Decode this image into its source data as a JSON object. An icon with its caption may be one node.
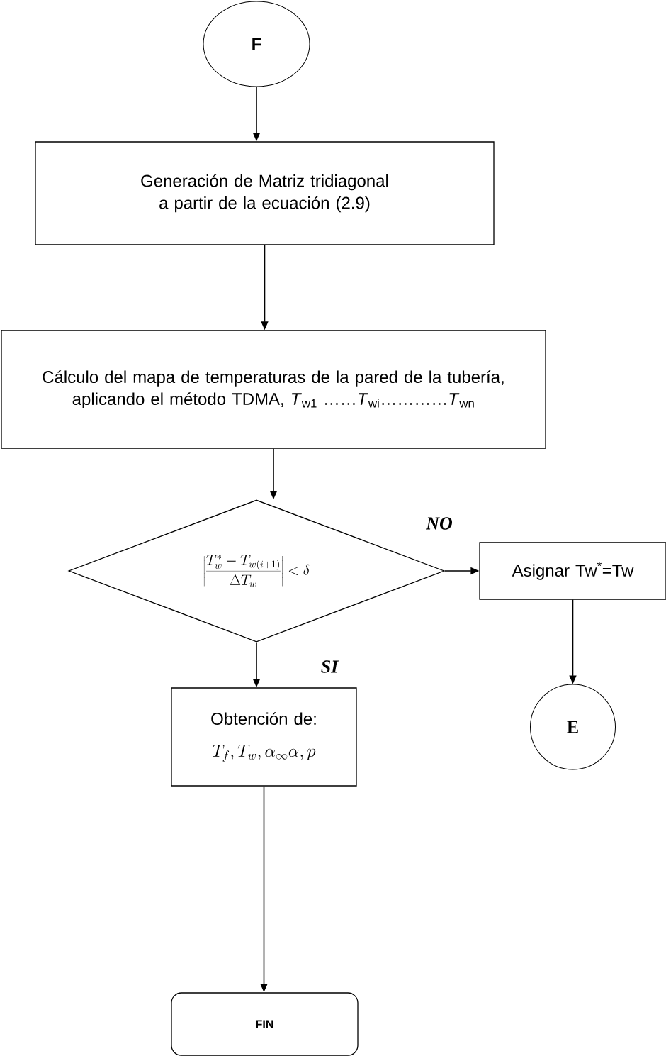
{
  "diagram": {
    "nodes": [
      {
        "text": [
          "F"
        ]
      },
      {
        "text": [
          "Generación de Matriz tridiagonal a partir de la ecuación (2.9)"
        ]
      },
      {
        "text": [
          "Cálculo del mapa de temperaturas de la pared de la tubería, aplicando el método TDMA, *T*$_{w1}$ ……*T*$_{wi}$…………*T*$_{wn}$"
        ]
      },
      {
        "text": [
          "\\left|\\frac{T_w^{*}-T_{w(i+1)}}{\\Delta T_w}\\right|<\\delta"
        ]
      },
      {
        "text": [
          "Asignar  Tw$^{*}$=Tw"
        ]
      },
      {
        "text": [
          "E"
        ]
      },
      {
        "text": [
          "Obtención de:",
          "T_{f},T_{w},\\alpha_{\\infty}\\alpha, p"
        ]
      },
      {
        "text": [
          "FIN"
        ]
      }
    ],
    "edges": [
      {
        "from": 0,
        "to": 1,
        "arrow": "to"
      },
      {
        "from": 1,
        "to": 2,
        "arrow": "to"
      },
      {
        "from": 2,
        "to": 3,
        "arrow": "to"
      },
      {
        "from": 3,
        "to": 4,
        "arrow": "to",
        "label": "NO"
      },
      {
        "from": 4,
        "to": 5,
        "arrow": "to"
      },
      {
        "from": 3,
        "to": 6,
        "arrow": "to",
        "label": "SI"
      },
      {
        "from": 6,
        "to": 7,
        "arrow": "to"
      }
    ]
  }
}
